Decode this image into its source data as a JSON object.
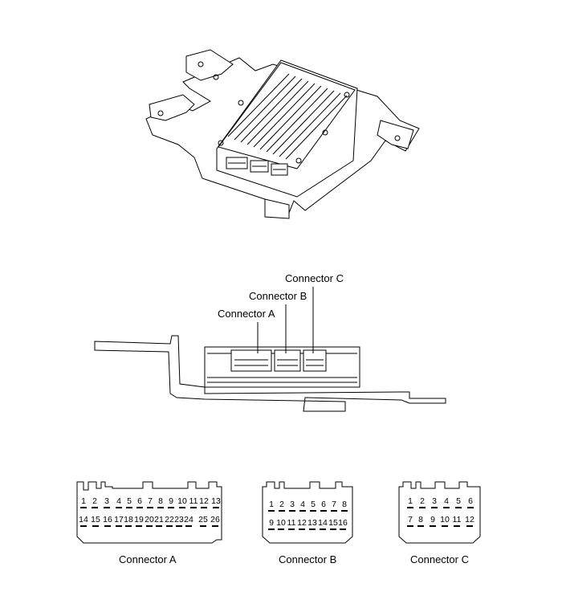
{
  "callouts": {
    "connector_a": "Connector A",
    "connector_b": "Connector B",
    "connector_c": "Connector C"
  },
  "connectors": [
    {
      "name": "Connector A",
      "row1": [
        "1",
        "2",
        "3",
        "4",
        "5",
        "6",
        "7",
        "8",
        "9",
        "10",
        "11",
        "12",
        "13"
      ],
      "row2": [
        "14",
        "15",
        "16",
        "17",
        "18",
        "19",
        "20",
        "21",
        "22",
        "23",
        "24",
        "25",
        "26"
      ]
    },
    {
      "name": "Connector B",
      "row1": [
        "1",
        "2",
        "3",
        "4",
        "5",
        "6",
        "7",
        "8"
      ],
      "row2": [
        "9",
        "10",
        "11",
        "12",
        "13",
        "14",
        "15",
        "16"
      ]
    },
    {
      "name": "Connector C",
      "row1": [
        "1",
        "2",
        "3",
        "4",
        "5",
        "6"
      ],
      "row2": [
        "7",
        "8",
        "9",
        "10",
        "11",
        "12"
      ]
    }
  ]
}
